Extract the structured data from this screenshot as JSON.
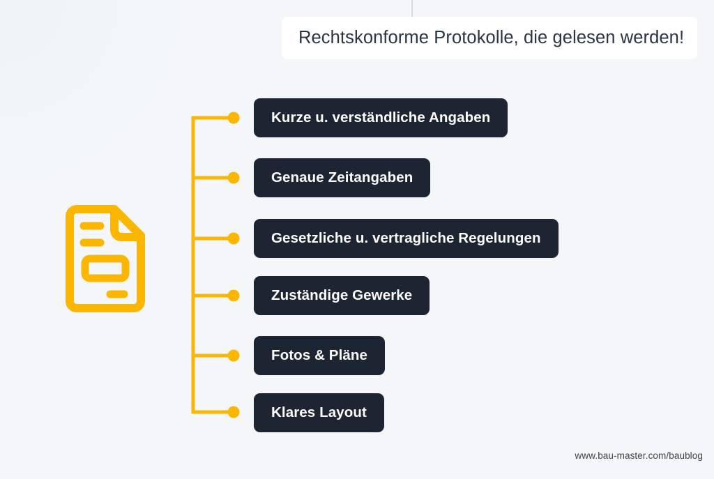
{
  "colors": {
    "background": "#f4f6fa",
    "card": "#ffffff",
    "accent": "#fbb700",
    "box": "#1d2533",
    "box_text": "#ffffff",
    "title_text": "#2b3445",
    "footer_text": "#3a3f4b",
    "tick": "#d6dae3"
  },
  "header": {
    "title": "Rechtskonforme Protokolle, die gelesen werden!"
  },
  "icons": {
    "document": "document-icon"
  },
  "checklist": {
    "items": [
      {
        "label": "Kurze u. verständliche Angaben"
      },
      {
        "label": "Genaue Zeitangaben"
      },
      {
        "label": "Gesetzliche u. vertragliche Regelungen"
      },
      {
        "label": "Zuständige Gewerke"
      },
      {
        "label": "Fotos & Pläne"
      },
      {
        "label": "Klares Layout"
      }
    ]
  },
  "footer": {
    "url": "www.bau-master.com/baublog"
  }
}
